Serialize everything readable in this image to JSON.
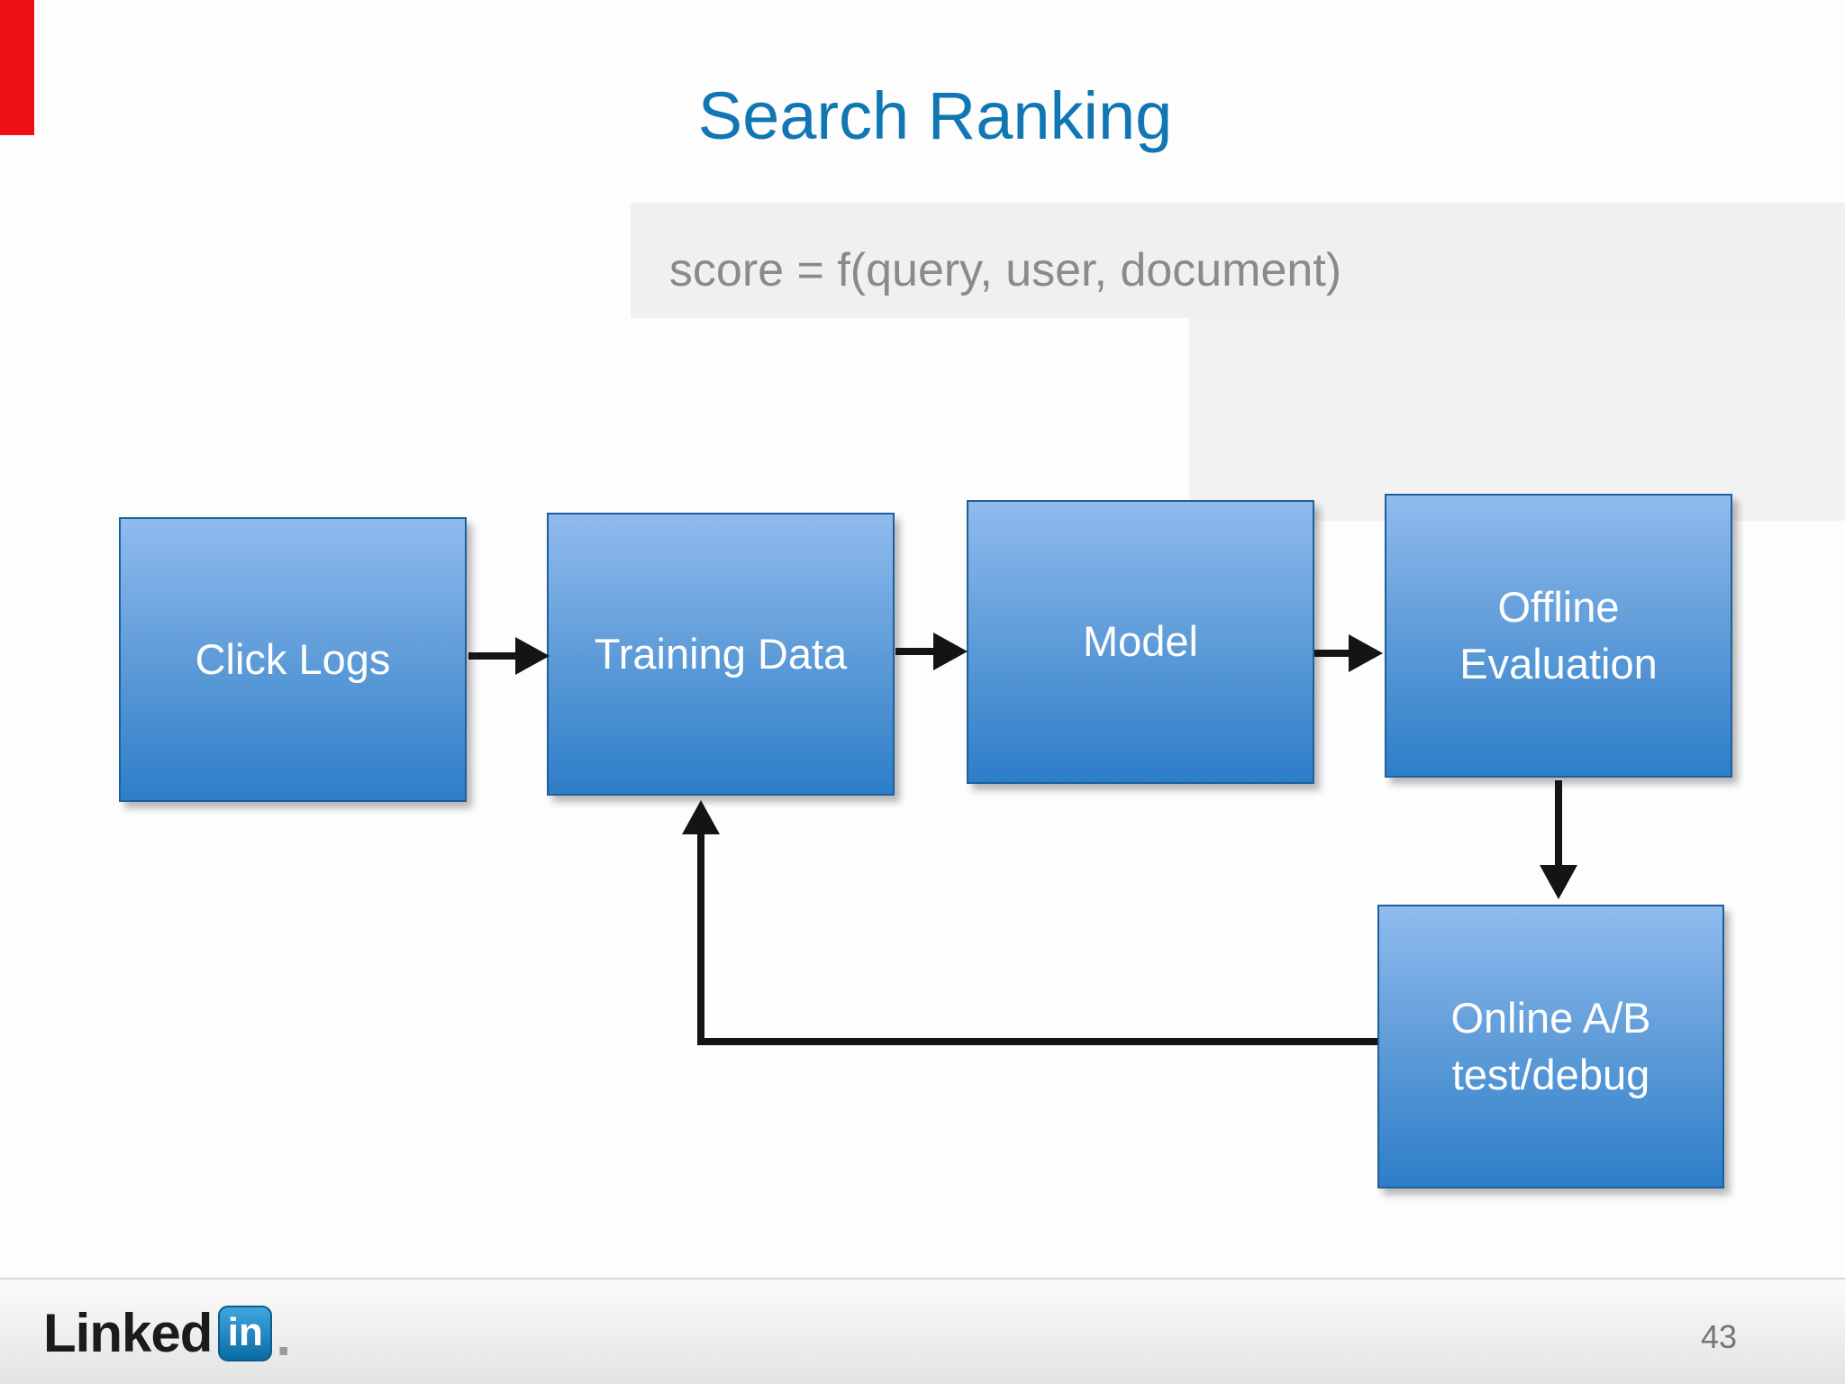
{
  "theme": {
    "accent": "#1076b4",
    "subtitle-gray": "#8a8a8a",
    "ink": "#141414",
    "node-top": "#90bbee",
    "node-mid": "#609dd9",
    "node-bottom": "#2d7ec8",
    "node-border": "#1f5f9a",
    "record-red": "#ee1016",
    "badge-top": "#41a6dd",
    "badge-bottom": "#0b6ba5",
    "footer-text": "#757575",
    "footer-line": "#d6d6d6",
    "wordmark-black": "#1b1b1b"
  },
  "slide": {
    "title": "Search Ranking",
    "subtitle": "score = f(query, user, document)"
  },
  "diagram": {
    "nodes": [
      {
        "id": "click-logs",
        "label": "Click Logs"
      },
      {
        "id": "training-data",
        "label": "Training Data"
      },
      {
        "id": "model",
        "label": "Model"
      },
      {
        "id": "offline-evaluation",
        "label": "Offline Evaluation",
        "label_lines": [
          "Offline",
          "Evaluation"
        ]
      },
      {
        "id": "online-ab-test-debug",
        "label": "Online A/B test/debug",
        "label_lines": [
          "Online A/B",
          "test/debug"
        ]
      }
    ],
    "edges": [
      {
        "from": "click-logs",
        "to": "training-data"
      },
      {
        "from": "training-data",
        "to": "model"
      },
      {
        "from": "model",
        "to": "offline-evaluation"
      },
      {
        "from": "offline-evaluation",
        "to": "online-ab-test-debug"
      },
      {
        "from": "online-ab-test-debug",
        "to": "training-data"
      }
    ]
  },
  "footer": {
    "logo_word": "Linked",
    "logo_badge": "in",
    "logo_period": ".",
    "page_number": "43"
  }
}
